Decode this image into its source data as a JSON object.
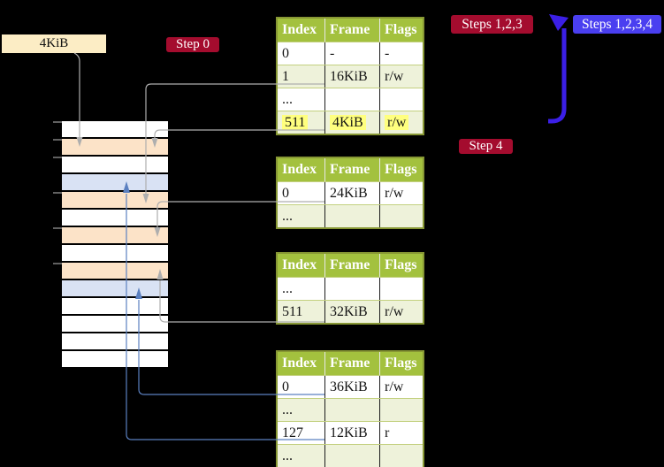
{
  "labels": {
    "page_size": "4KiB",
    "step0": "Step 0",
    "steps123": "Steps 1,2,3",
    "steps1234": "Steps 1,2,3,4",
    "step4": "Step 4"
  },
  "colors": {
    "background": "#000000",
    "table-header": "#a3c13e",
    "table-border": "#879734",
    "table-row-alt": "#eef2da",
    "table-row-line": "#c3d07f",
    "highlight": "#ffff7e",
    "frame-pagetable": "#fce3c8",
    "frame-data": "#d9e2f4",
    "frame-free": "#ffffff",
    "label-cream": "#fcedc5",
    "badge-red": "#a40c2e",
    "badge-blue": "#4a3ff0",
    "arrow-gray": "#aeaeae",
    "arrow-steelblue": "#5b80c0",
    "arrow-violet": "#3b1fe6"
  },
  "tables": [
    {
      "headers": [
        "Index",
        "Frame",
        "Flags"
      ],
      "rows": [
        {
          "cells": [
            "0",
            "-",
            "-"
          ]
        },
        {
          "cells": [
            "1",
            "16KiB",
            "r/w"
          ]
        },
        {
          "cells": [
            "...",
            "",
            ""
          ]
        },
        {
          "cells": [
            "511",
            "4KiB",
            "r/w"
          ]
        }
      ]
    },
    {
      "headers": [
        "Index",
        "Frame",
        "Flags"
      ],
      "rows": [
        {
          "cells": [
            "0",
            "24KiB",
            "r/w"
          ]
        },
        {
          "cells": [
            "...",
            "",
            ""
          ]
        }
      ]
    },
    {
      "headers": [
        "Index",
        "Frame",
        "Flags"
      ],
      "rows": [
        {
          "cells": [
            "...",
            "",
            ""
          ]
        },
        {
          "cells": [
            "511",
            "32KiB",
            "r/w"
          ]
        }
      ]
    },
    {
      "headers": [
        "Index",
        "Frame",
        "Flags"
      ],
      "rows": [
        {
          "cells": [
            "0",
            "36KiB",
            "r/w"
          ]
        },
        {
          "cells": [
            "...",
            "",
            ""
          ]
        },
        {
          "cells": [
            "127",
            "12KiB",
            "r"
          ]
        },
        {
          "cells": [
            "...",
            "",
            ""
          ]
        }
      ]
    }
  ],
  "memory": {
    "frames": [
      {
        "type": "free"
      },
      {
        "type": "pagetable"
      },
      {
        "type": "free"
      },
      {
        "type": "data"
      },
      {
        "type": "pagetable"
      },
      {
        "type": "free"
      },
      {
        "type": "pagetable"
      },
      {
        "type": "free"
      },
      {
        "type": "pagetable"
      },
      {
        "type": "data"
      },
      {
        "type": "free"
      },
      {
        "type": "free"
      },
      {
        "type": "free"
      },
      {
        "type": "free"
      }
    ]
  }
}
